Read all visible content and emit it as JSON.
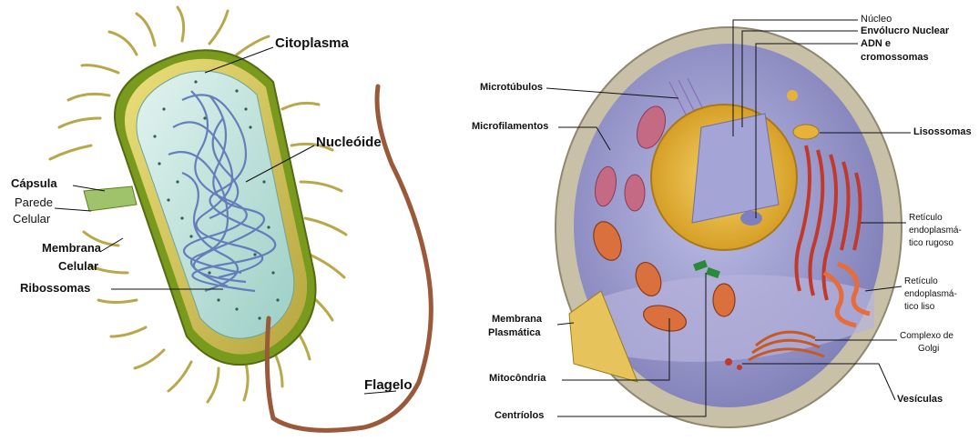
{
  "prokaryote": {
    "labels": {
      "cytoplasm": "Citoplasma",
      "nucleoid": "Nucleóide",
      "capsule": "Cápsula",
      "cell_wall_1": "Parede",
      "cell_wall_2": "Celular",
      "membrane_1": "Membrana",
      "membrane_2": "Celular",
      "ribosomes": "Ribossomas",
      "flagellum": "Flagelo"
    }
  },
  "eukaryote": {
    "labels": {
      "nucleus": "Núcleo",
      "nuclear_envelope": "Envólucro Nuclear",
      "dna_1": "ADN e",
      "dna_2": "cromossomas",
      "microtubules": "Microtúbulos",
      "microfilaments": "Microfilamentos",
      "lysosomes": "Lisossomas",
      "rer_1": "Retículo",
      "rer_2": "endoplasmá-",
      "rer_3": "tico rugoso",
      "ser_1": "Retículo",
      "ser_2": "endoplasmá-",
      "ser_3": "tico liso",
      "plasma_membrane_1": "Membrana",
      "plasma_membrane_2": "Plasmática",
      "golgi_1": "Complexo de",
      "golgi_2": "Golgi",
      "mitochondria": "Mitocôndria",
      "vesicles": "Vesículas",
      "centrioles": "Centríolos"
    }
  },
  "colors": {
    "fimbriae": "#b8a84a",
    "capsule_green": "#7a9a1e",
    "wall_yellow": "#d9c957",
    "cytoplasm": "#bfe0dc",
    "dna": "#5b74b8",
    "flagellum": "#9a5a3a",
    "cell_outer": "#c9c0a8",
    "cytosol": "#a9a8d8",
    "nucleus": "#e8b23a",
    "er": "#c0392b",
    "mito": "#d9703e"
  }
}
